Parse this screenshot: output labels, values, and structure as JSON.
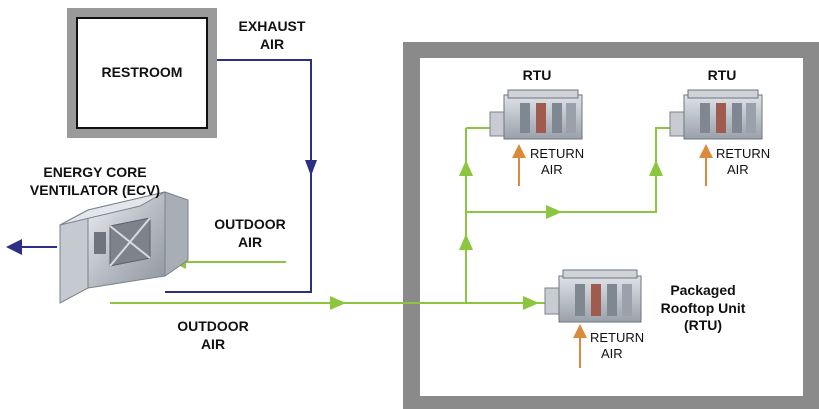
{
  "restroom": {
    "label": "RESTROOM"
  },
  "exhaust_air": {
    "line1": "EXHAUST",
    "line2": "AIR"
  },
  "ecv": {
    "line1": "ENERGY CORE",
    "line2": "VENTILATOR (ECV)"
  },
  "outdoor_air_intake": {
    "line1": "OUTDOOR",
    "line2": "AIR"
  },
  "outdoor_air_supply": {
    "line1": "OUTDOOR",
    "line2": "AIR"
  },
  "rtu_left": {
    "title": "RTU",
    "return_line1": "RETURN",
    "return_line2": "AIR"
  },
  "rtu_right": {
    "title": "RTU",
    "return_line1": "RETURN",
    "return_line2": "AIR"
  },
  "rtu_bottom": {
    "title_line1": "Packaged",
    "title_line2": "Rooftop Unit",
    "title_line3": "(RTU)",
    "return_line1": "RETURN",
    "return_line2": "AIR"
  },
  "colors": {
    "exhaust": "#2b2f86",
    "outdoor": "#8cc63f",
    "return": "#d98a3c",
    "building_wall": "#8a8a8a"
  }
}
